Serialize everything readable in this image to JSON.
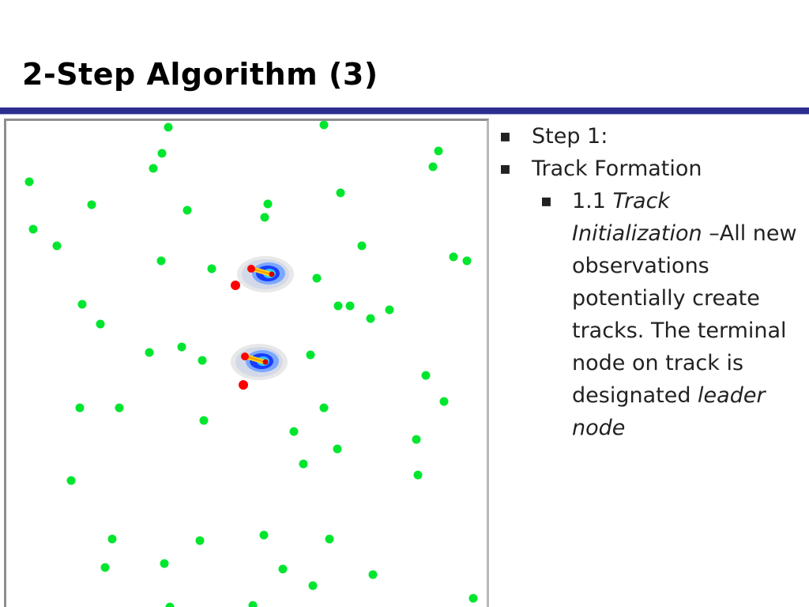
{
  "slide": {
    "title": "2-Step Algorithm (3)"
  },
  "bullets": {
    "marker": "▪",
    "step_label": "Step 1:",
    "track_formation": "Track Formation",
    "sub": {
      "marker": "▪",
      "number": "1.1",
      "italic_term": "Track Initialization",
      "dash_text": " –All new observations potentially create tracks. The terminal node on track is designated ",
      "italic_end": "leader node"
    }
  },
  "simulation": {
    "colors": {
      "sensor_node": "#00e62e",
      "leader_node": "#ff0000",
      "target_hot": "#d10000",
      "target_mid": "#1a3cff",
      "target_track": "#ffd21a"
    },
    "sensor_node_count": 60,
    "leader_node_count": 2,
    "target_count": 2
  }
}
